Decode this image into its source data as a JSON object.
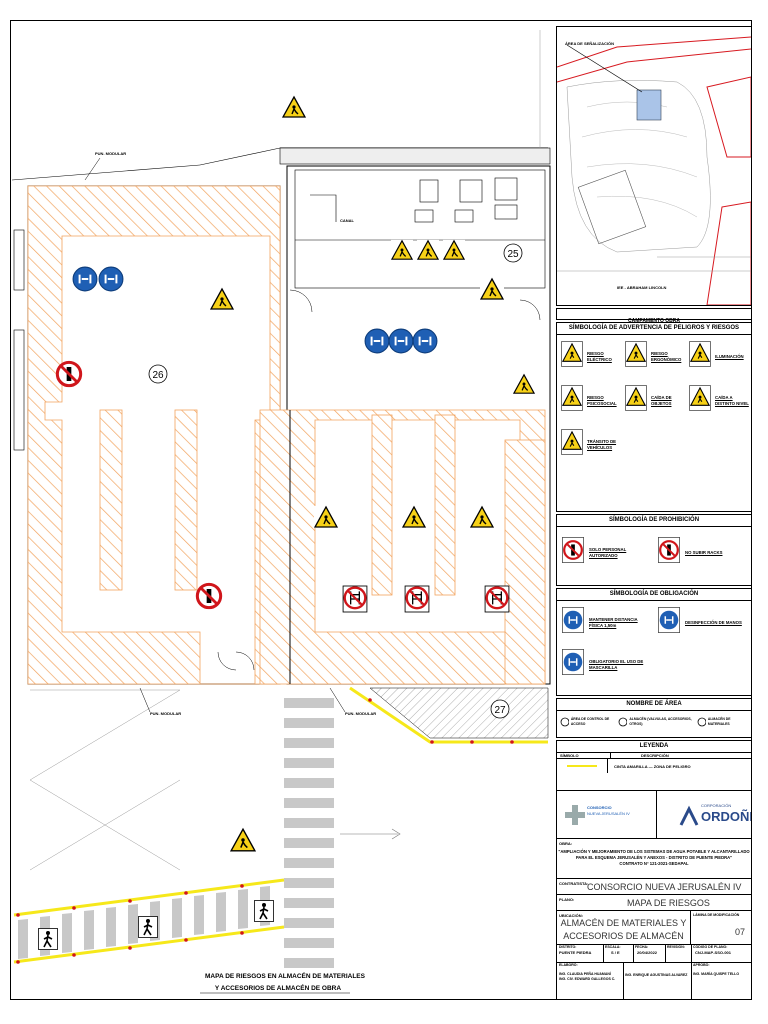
{
  "plan": {
    "plan_labels": {
      "top": "PUN. MODULAR",
      "bottom_left": "PUN. MODULAR",
      "bottom_mid": "PUN. MODULAR",
      "inner": "CANAL"
    },
    "zones": [
      "25",
      "26",
      "27"
    ],
    "caption": [
      "MAPA DE RIESGOS EN ALMACÉN DE MATERIALES",
      "Y ACCESORIOS DE ALMACÉN DE OBRA"
    ]
  },
  "keymap": {
    "area_label": "ÁREA DE SEÑALIZACIÓN",
    "road_label": "IEE - ABRAHAM LINCOLN",
    "camp_label": "CAMPAMENTO OBRA"
  },
  "warning": {
    "title": "SÍMBOLOGÍA DE ADVERTENCIA DE PELIGROS Y RIESGOS",
    "items": [
      {
        "icon": "electric-risk-icon",
        "label": [
          "RIESGO",
          "ELÉCTRICO"
        ]
      },
      {
        "icon": "ergonomic-risk-icon",
        "label": [
          "RIESGO",
          "ERGONÓMICO"
        ]
      },
      {
        "icon": "lighting-icon",
        "label": [
          "ILUMINACIÓN"
        ]
      },
      {
        "icon": "psychosocial-risk-icon",
        "label": [
          "RIESGO",
          "PSICOSOCIAL"
        ]
      },
      {
        "icon": "falling-objects-icon",
        "label": [
          "CAÍDA DE",
          "OBJETOS"
        ]
      },
      {
        "icon": "fall-level-icon",
        "label": [
          "CAÍDA A",
          "DISTINTO NIVEL"
        ]
      },
      {
        "icon": "vehicle-traffic-icon",
        "label": [
          "TRÁNSITO DE",
          "VEHÍCULOS"
        ]
      }
    ]
  },
  "prohibition": {
    "title": "SÍMBOLOGÍA DE PROHIBICIÓN",
    "items": [
      {
        "icon": "authorized-only-icon",
        "label": [
          "SOLO PERSONAL",
          "AUTORIZADO"
        ]
      },
      {
        "icon": "no-climb-racks-icon",
        "label": [
          "NO SUBIR RACKS"
        ]
      }
    ]
  },
  "obligation": {
    "title": "SÍMBOLOGÍA DE OBLIGACIÓN",
    "items": [
      {
        "icon": "physical-distance-icon",
        "label": [
          "MANTENER DISTANCIA",
          "FÍSICA 1,50m"
        ]
      },
      {
        "icon": "hand-disinfection-icon",
        "label": [
          "DESINFECCIÓN DE MANOS"
        ]
      },
      {
        "icon": "mask-mandatory-icon",
        "label": [
          "OBLIGATORIO EL USO DE",
          "MASCARILLA"
        ]
      }
    ]
  },
  "area_name": {
    "title": "NOMBRE DE ÁREA",
    "items": [
      "ÁREA DE CONTROL DE ACCESO",
      "ALMACÉN (VALVULAS, ACCESORIOS, OTROS)",
      "ALMACÉN DE MATERIALES"
    ]
  },
  "legend": {
    "title": "LEYENDA",
    "col_symbol": "SÍMBOLO",
    "col_desc": "DESCRIPCIÓN",
    "row_desc": "CINTA AMARILLA — ZONA DE PELIGRO"
  },
  "title_block": {
    "logo_left": [
      "CONSORCIO",
      "NUEVA JERUSALÉN IV"
    ],
    "logo_right_small": "CORPORACIÓN",
    "logo_right": "ORDOÑEZ",
    "obra_label": "OBRA:",
    "project": [
      "\"AMPLIACIÓN Y MEJORAMIENTO DE LOS SISTEMAS DE AGUA POTABLE Y ALCANTARILLADO",
      "PARA EL ESQUEMA JERUSALÉN Y ANEXOS - DISTRITO DE PUENTE PIEDRA\"",
      "CONTRATO N° 121-2021-SEDAPAL"
    ],
    "contractor_label": "CONTRATISTA:",
    "contractor": "CONSORCIO NUEVA JERUSALÉN IV",
    "plan_label": "PLANO:",
    "plan_name": "MAPA DE RIESGOS",
    "location_label": "UBICACIÓN:",
    "location": [
      "ALMACÉN DE MATERIALES Y",
      "ACCESORIOS DE ALMACÉN DE OBRA"
    ],
    "sheet_label": "LÁMINA DE MODIFICACIÓN",
    "sheet_no": "07",
    "district_label": "DISTRITO:",
    "district": "PUENTE PIEDRA",
    "scale_label": "ESCALA:",
    "scale": "S / E",
    "date_label": "FECHA:",
    "date": "20/04/2022",
    "rev_label": "REVISIÓN:",
    "code_label": "CÓDIGO DE PLANO:",
    "code": "CNJ-MAP-SSO-001",
    "drawn_label": "ELABORÓ:",
    "drawn": [
      "ING. CLAUDIA PEÑA HUAMANÍ",
      "ING. CIV. EDWARD GALLEGOS C."
    ],
    "reviewed": "ING. ENRIQUE AGUSTINAS ALVAREZ",
    "approved_label": "APROBÓ:",
    "approved": "ING. MARÍA QUISPE TELLO"
  },
  "colors": {
    "hatch": "#f2a35e",
    "warning_yellow": "#f7d117",
    "mandatory_blue": "#1f5fb4",
    "prohibit_red": "#d0161b",
    "tape_yellow": "#f6e81a",
    "keymap_red": "#d71920"
  }
}
